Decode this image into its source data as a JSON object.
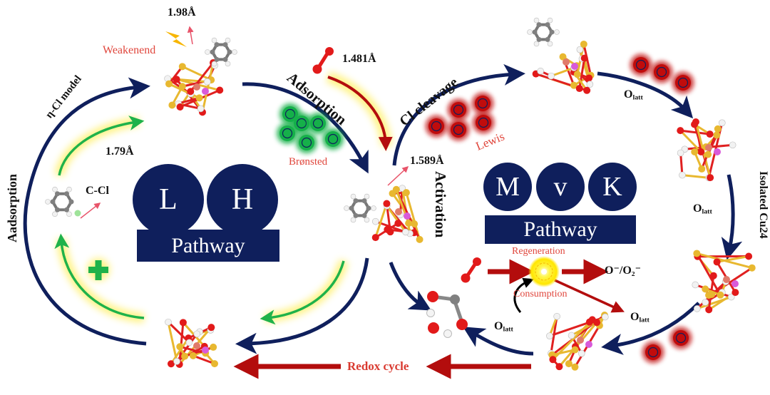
{
  "colors": {
    "navy": "#0f1f5c",
    "dark_red": "#b30d0d",
    "green": "#1fb24a",
    "label_red": "#e0463c",
    "glow_yellow": "#fff27a"
  },
  "lh_pathway": {
    "letters": [
      "L",
      "H"
    ],
    "label": "Pathway",
    "annotations": {
      "c_cl_label": "C-Cl",
      "c_cl_length": "1.79Å",
      "model_label": "η-Cl model",
      "weakened_label": "Weakenend",
      "weakened_length": "1.98Å",
      "left_arc_label": "Aadsorption",
      "bronsted_label": "Brønsted",
      "plus_icon": "plus-icon"
    }
  },
  "center": {
    "o2_length": "1.481Å",
    "adsorption_label": "Adsorption",
    "activation_label": "Activation",
    "activation_length": "1.589Å",
    "cl_cleavage_label": "Cl cleavage",
    "lewis_label": "Lewis"
  },
  "mvk_pathway": {
    "letters": [
      "M",
      "v",
      "K"
    ],
    "label": "Pathway",
    "regeneration_label": "Regeneration",
    "consumption_label": "Consumption",
    "radical_label": "O⁻/O₂⁻",
    "olatt_main": "O",
    "olatt_sub": "latt",
    "isolated_label": "Isolated Cu24"
  },
  "bottom": {
    "redox_label": "Redox cycle"
  }
}
